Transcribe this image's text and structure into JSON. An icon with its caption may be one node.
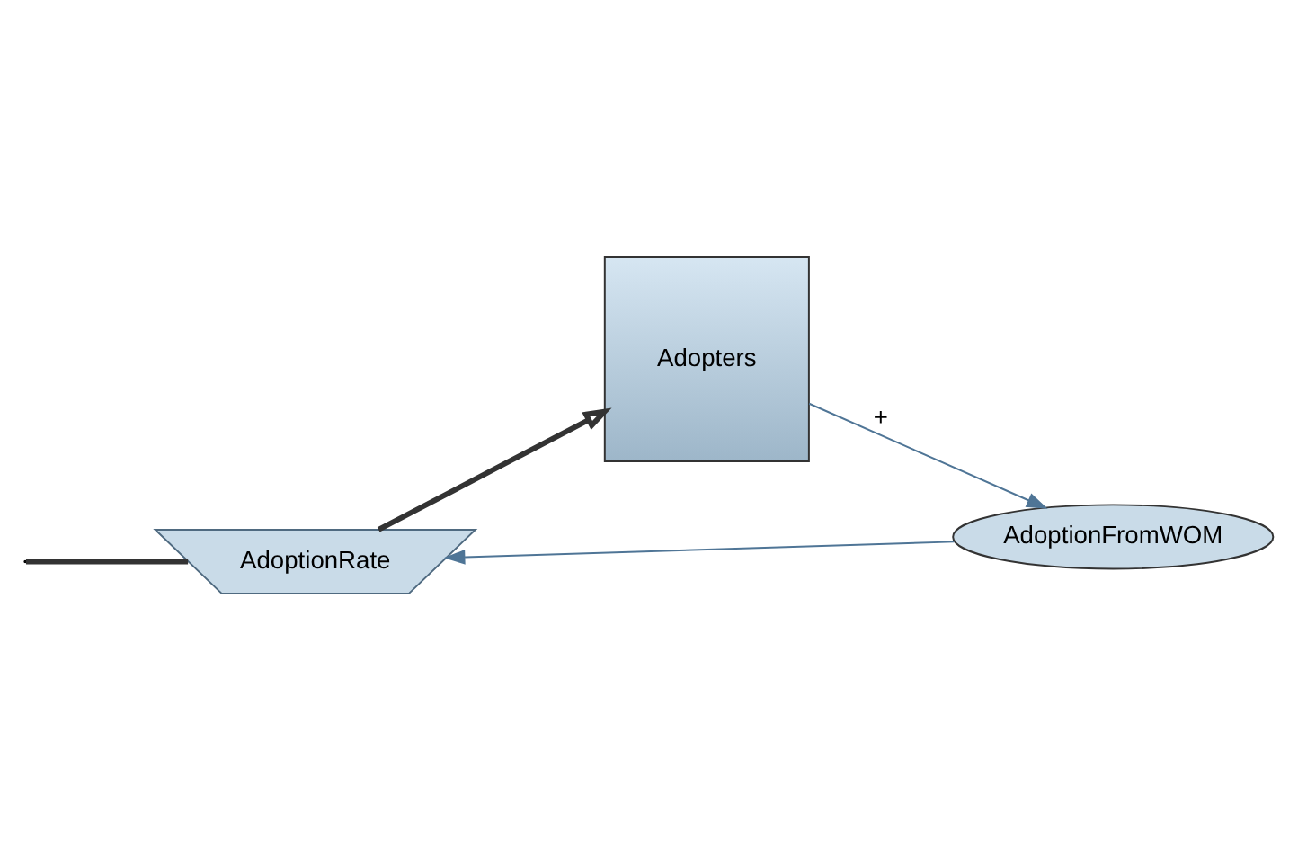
{
  "diagram": {
    "nodes": [
      {
        "text": [
          "AdoptionRate"
        ]
      },
      {
        "text": [
          "Adopters"
        ]
      },
      {
        "text": [
          "AdoptionFromWOM"
        ]
      }
    ],
    "edges": [
      {
        "from": null,
        "to": 0,
        "arrow": "none",
        "style": "thick"
      },
      {
        "from": 0,
        "to": 1,
        "arrow": "to",
        "style": "thick"
      },
      {
        "from": 1,
        "to": 2,
        "arrow": "to",
        "label": "+",
        "color": "#4f7596"
      },
      {
        "from": 2,
        "to": 0,
        "arrow": "to",
        "color": "#4f7596"
      }
    ]
  }
}
